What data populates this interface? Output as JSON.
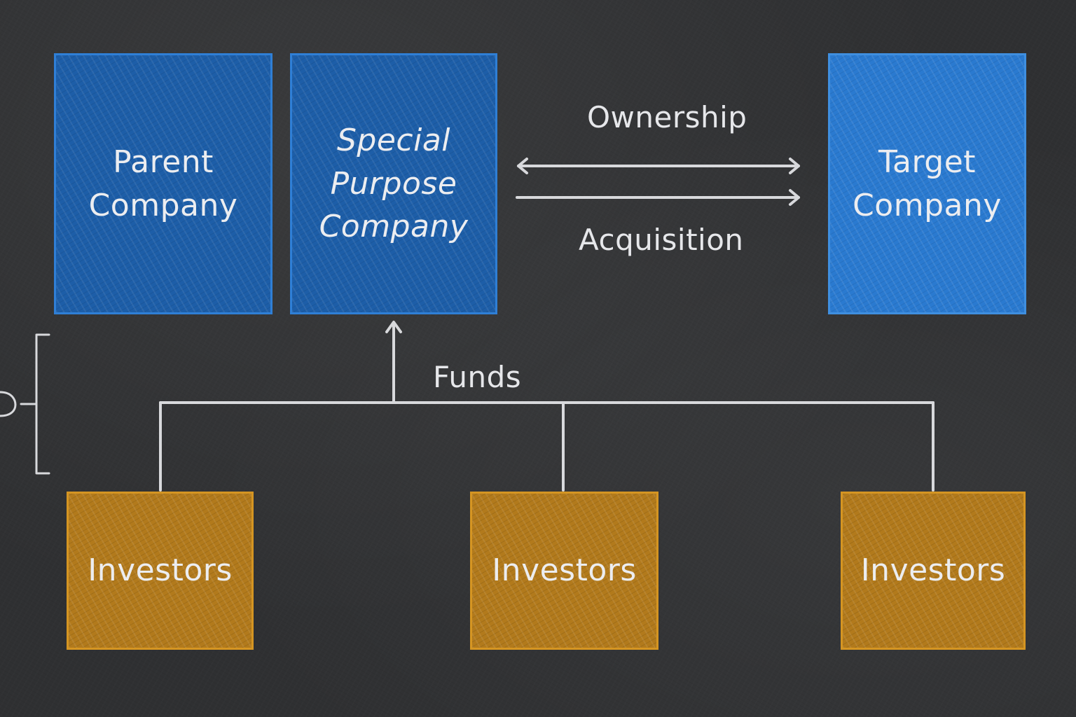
{
  "nodes": {
    "parent_company": {
      "line1": "Parent",
      "line2": "Company"
    },
    "spc": {
      "line1": "Special",
      "line2": "Purpose",
      "line3": "Company"
    },
    "target_company": {
      "line1": "Target",
      "line2": "Company"
    },
    "investors_1": {
      "label": "Investors"
    },
    "investors_2": {
      "label": "Investors"
    },
    "investors_3": {
      "label": "Investors"
    }
  },
  "edges": {
    "ownership": {
      "label": "Ownership"
    },
    "acquisition": {
      "label": "Acquisition"
    },
    "funds": {
      "label": "Funds"
    }
  },
  "colors": {
    "board": "#2f3032",
    "company_box": "#1d5ea8",
    "target_box": "#2a7ad0",
    "investor_box": "#b27a1c",
    "chalk": "#d8d9dc"
  }
}
